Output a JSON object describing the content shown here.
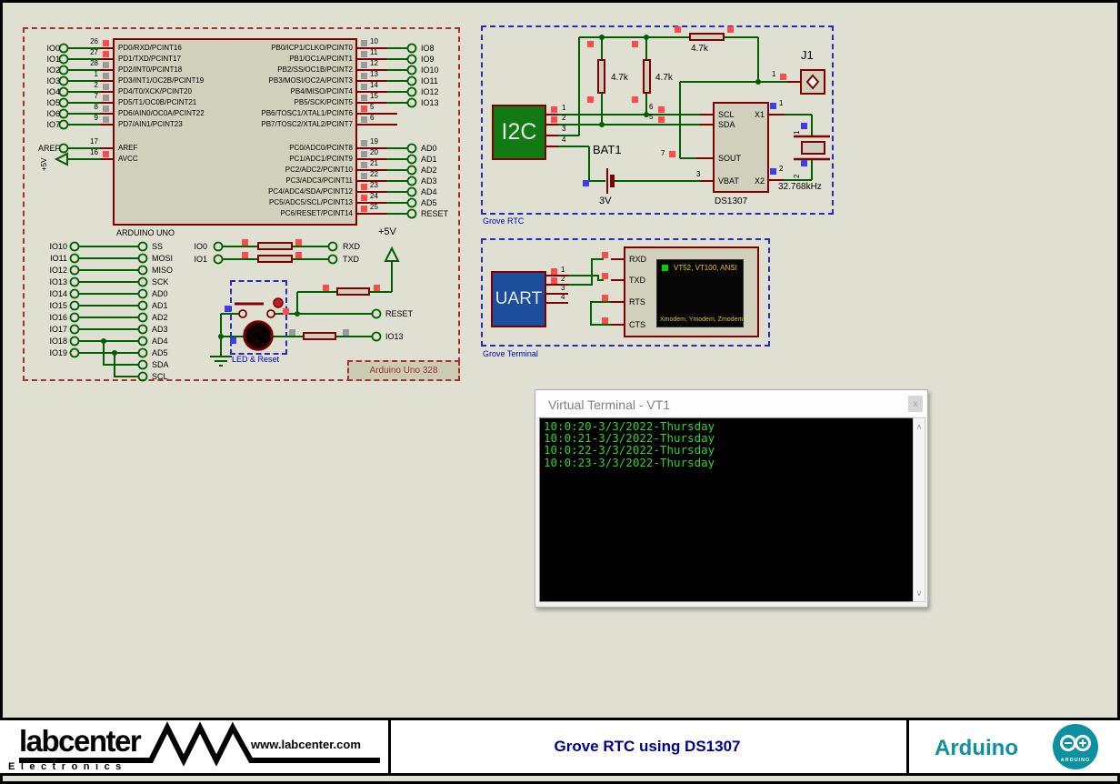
{
  "uno": {
    "chip_label": "ARDUINO UNO",
    "box_label": "Arduino Uno 328",
    "led_reset_label": "LED & Reset",
    "plus5v": "+5V",
    "reset": "RESET",
    "io13": "IO13",
    "left": [
      {
        "t": "IO0",
        "n": "26",
        "p": "PD0/RXD/PCINT16"
      },
      {
        "t": "IO1",
        "n": "27",
        "p": "PD1/TXD/PCINT17"
      },
      {
        "t": "IO2",
        "n": "28",
        "p": "PD2/INT0/PCINT18"
      },
      {
        "t": "IO3",
        "n": "1",
        "p": "PD3/INT1/OC2B/PCINT19"
      },
      {
        "t": "IO4",
        "n": "2",
        "p": "PD4/T0/XCK/PCINT20"
      },
      {
        "t": "IO5",
        "n": "7",
        "p": "PD5/T1/OC0B/PCINT21"
      },
      {
        "t": "IO6",
        "n": "8",
        "p": "PD6/AIN0/OC0A/PCINT22"
      },
      {
        "t": "IO7",
        "n": "9",
        "p": "PD7/AIN1/PCINT23"
      }
    ],
    "aref": {
      "t": "AREF",
      "n": "17",
      "p": "AREF"
    },
    "avcc": {
      "t": "+5V",
      "n": "16",
      "p": "AVCC"
    },
    "right_pb": [
      {
        "p": "PB0/ICP1/CLKO/PCINT0",
        "n": "10",
        "t": "IO8"
      },
      {
        "p": "PB1/OC1A/PCINT1",
        "n": "11",
        "t": "IO9"
      },
      {
        "p": "PB2/SS/OC1B/PCINT2",
        "n": "12",
        "t": "IO10"
      },
      {
        "p": "PB3/MOSI/OC2A/PCINT3",
        "n": "13",
        "t": "IO11"
      },
      {
        "p": "PB4/MISO/PCINT4",
        "n": "14",
        "t": "IO12"
      },
      {
        "p": "PB5/SCK/PCINT5",
        "n": "15",
        "t": "IO13"
      },
      {
        "p": "PB6/TOSC1/XTAL1/PCINT6",
        "n": "5",
        "t": ""
      },
      {
        "p": "PB7/TOSC2/XTAL2/PCINT7",
        "n": "6",
        "t": ""
      }
    ],
    "right_pc": [
      {
        "p": "PC0/ADC0/PCINT8",
        "n": "19",
        "t": "AD0"
      },
      {
        "p": "PC1/ADC1/PCINT9",
        "n": "20",
        "t": "AD1"
      },
      {
        "p": "PC2/ADC2/PCINT10",
        "n": "21",
        "t": "AD2"
      },
      {
        "p": "PC3/ADC3/PCINT11",
        "n": "22",
        "t": "AD3"
      },
      {
        "p": "PC4/ADC4/SDA/PCINT12",
        "n": "23",
        "t": "AD4"
      },
      {
        "p": "PC5/ADC5/SCL/PCINT13",
        "n": "24",
        "t": "AD5"
      },
      {
        "p": "PC6/RESET/PCINT14",
        "n": "25",
        "t": "RESET"
      }
    ],
    "bus": [
      {
        "l": "IO10",
        "r": "SS"
      },
      {
        "l": "IO11",
        "r": "MOSI"
      },
      {
        "l": "IO12",
        "r": "MISO"
      },
      {
        "l": "IO13",
        "r": "SCK"
      },
      {
        "l": "IO14",
        "r": "AD0"
      },
      {
        "l": "IO15",
        "r": "AD1"
      },
      {
        "l": "IO16",
        "r": "AD2"
      },
      {
        "l": "IO17",
        "r": "AD3"
      },
      {
        "l": "IO18",
        "r": "AD4"
      },
      {
        "l": "IO19",
        "r": "AD5"
      },
      {
        "l": "",
        "r": "SDA"
      },
      {
        "l": "",
        "r": "SCL"
      }
    ],
    "serial": [
      {
        "l": "IO0",
        "r": "RXD"
      },
      {
        "l": "IO1",
        "r": "TXD"
      }
    ]
  },
  "rtc": {
    "box_label": "Grove RTC",
    "i2c": "I2C",
    "i2c_pins": [
      "1",
      "2",
      "3",
      "4"
    ],
    "r1": "4.7k",
    "r2": "4.7k",
    "r3": "4.7k",
    "bat": "BAT1",
    "bat_v": "3V",
    "chip": "DS1307",
    "pin_scl": "SCL",
    "pin_sda": "SDA",
    "pin_sout": "SOUT",
    "pin_vbat": "VBAT",
    "pin_x1": "X1",
    "pin_x2": "X2",
    "n_scl": "6",
    "n_sda": "5",
    "n_sout": "7",
    "n_vbat": "3",
    "n_x1": "1",
    "n_x2": "2",
    "j1": "J1",
    "j1_pin": "1",
    "xtal": "32.768kHz",
    "xtal_p1": "1",
    "xtal_p2": "2"
  },
  "term": {
    "box_label": "Grove Terminal",
    "uart": "UART",
    "uart_pins": [
      "1",
      "2",
      "3",
      "4"
    ],
    "vt_pins": [
      "RXD",
      "TXD",
      "RTS",
      "CTS"
    ],
    "screen_top": "VT52, VT100, ANSI",
    "screen_bottom": "Xmodem, Ymodem, Zmodem"
  },
  "vt": {
    "title": "Virtual Terminal - VT1",
    "close_icon": "x",
    "scroll_up_icon": "∧",
    "scroll_down_icon": "∨",
    "lines": [
      "10:0:20-3/3/2022-Thursday",
      "10:0:21-3/3/2022-Thursday",
      "10:0:22-3/3/2022-Thursday",
      "10:0:23-3/3/2022-Thursday"
    ]
  },
  "footer": {
    "logo": "labcenter",
    "logo_sub": "Electronics",
    "url": "www.labcenter.com",
    "title": "Grove RTC using DS1307",
    "brand": "Arduino",
    "brand_logo_text": "ARDUINO"
  },
  "colors": {
    "wire": "#006000",
    "pin_stub": "#800000",
    "red_marker": "#fb4b4b",
    "gray_marker": "#9a9a9a",
    "blue_marker": "#3c3cf0",
    "teal": "#0d91a1",
    "navy_title": "#00008b",
    "terminal_green": "#2dd42d"
  }
}
